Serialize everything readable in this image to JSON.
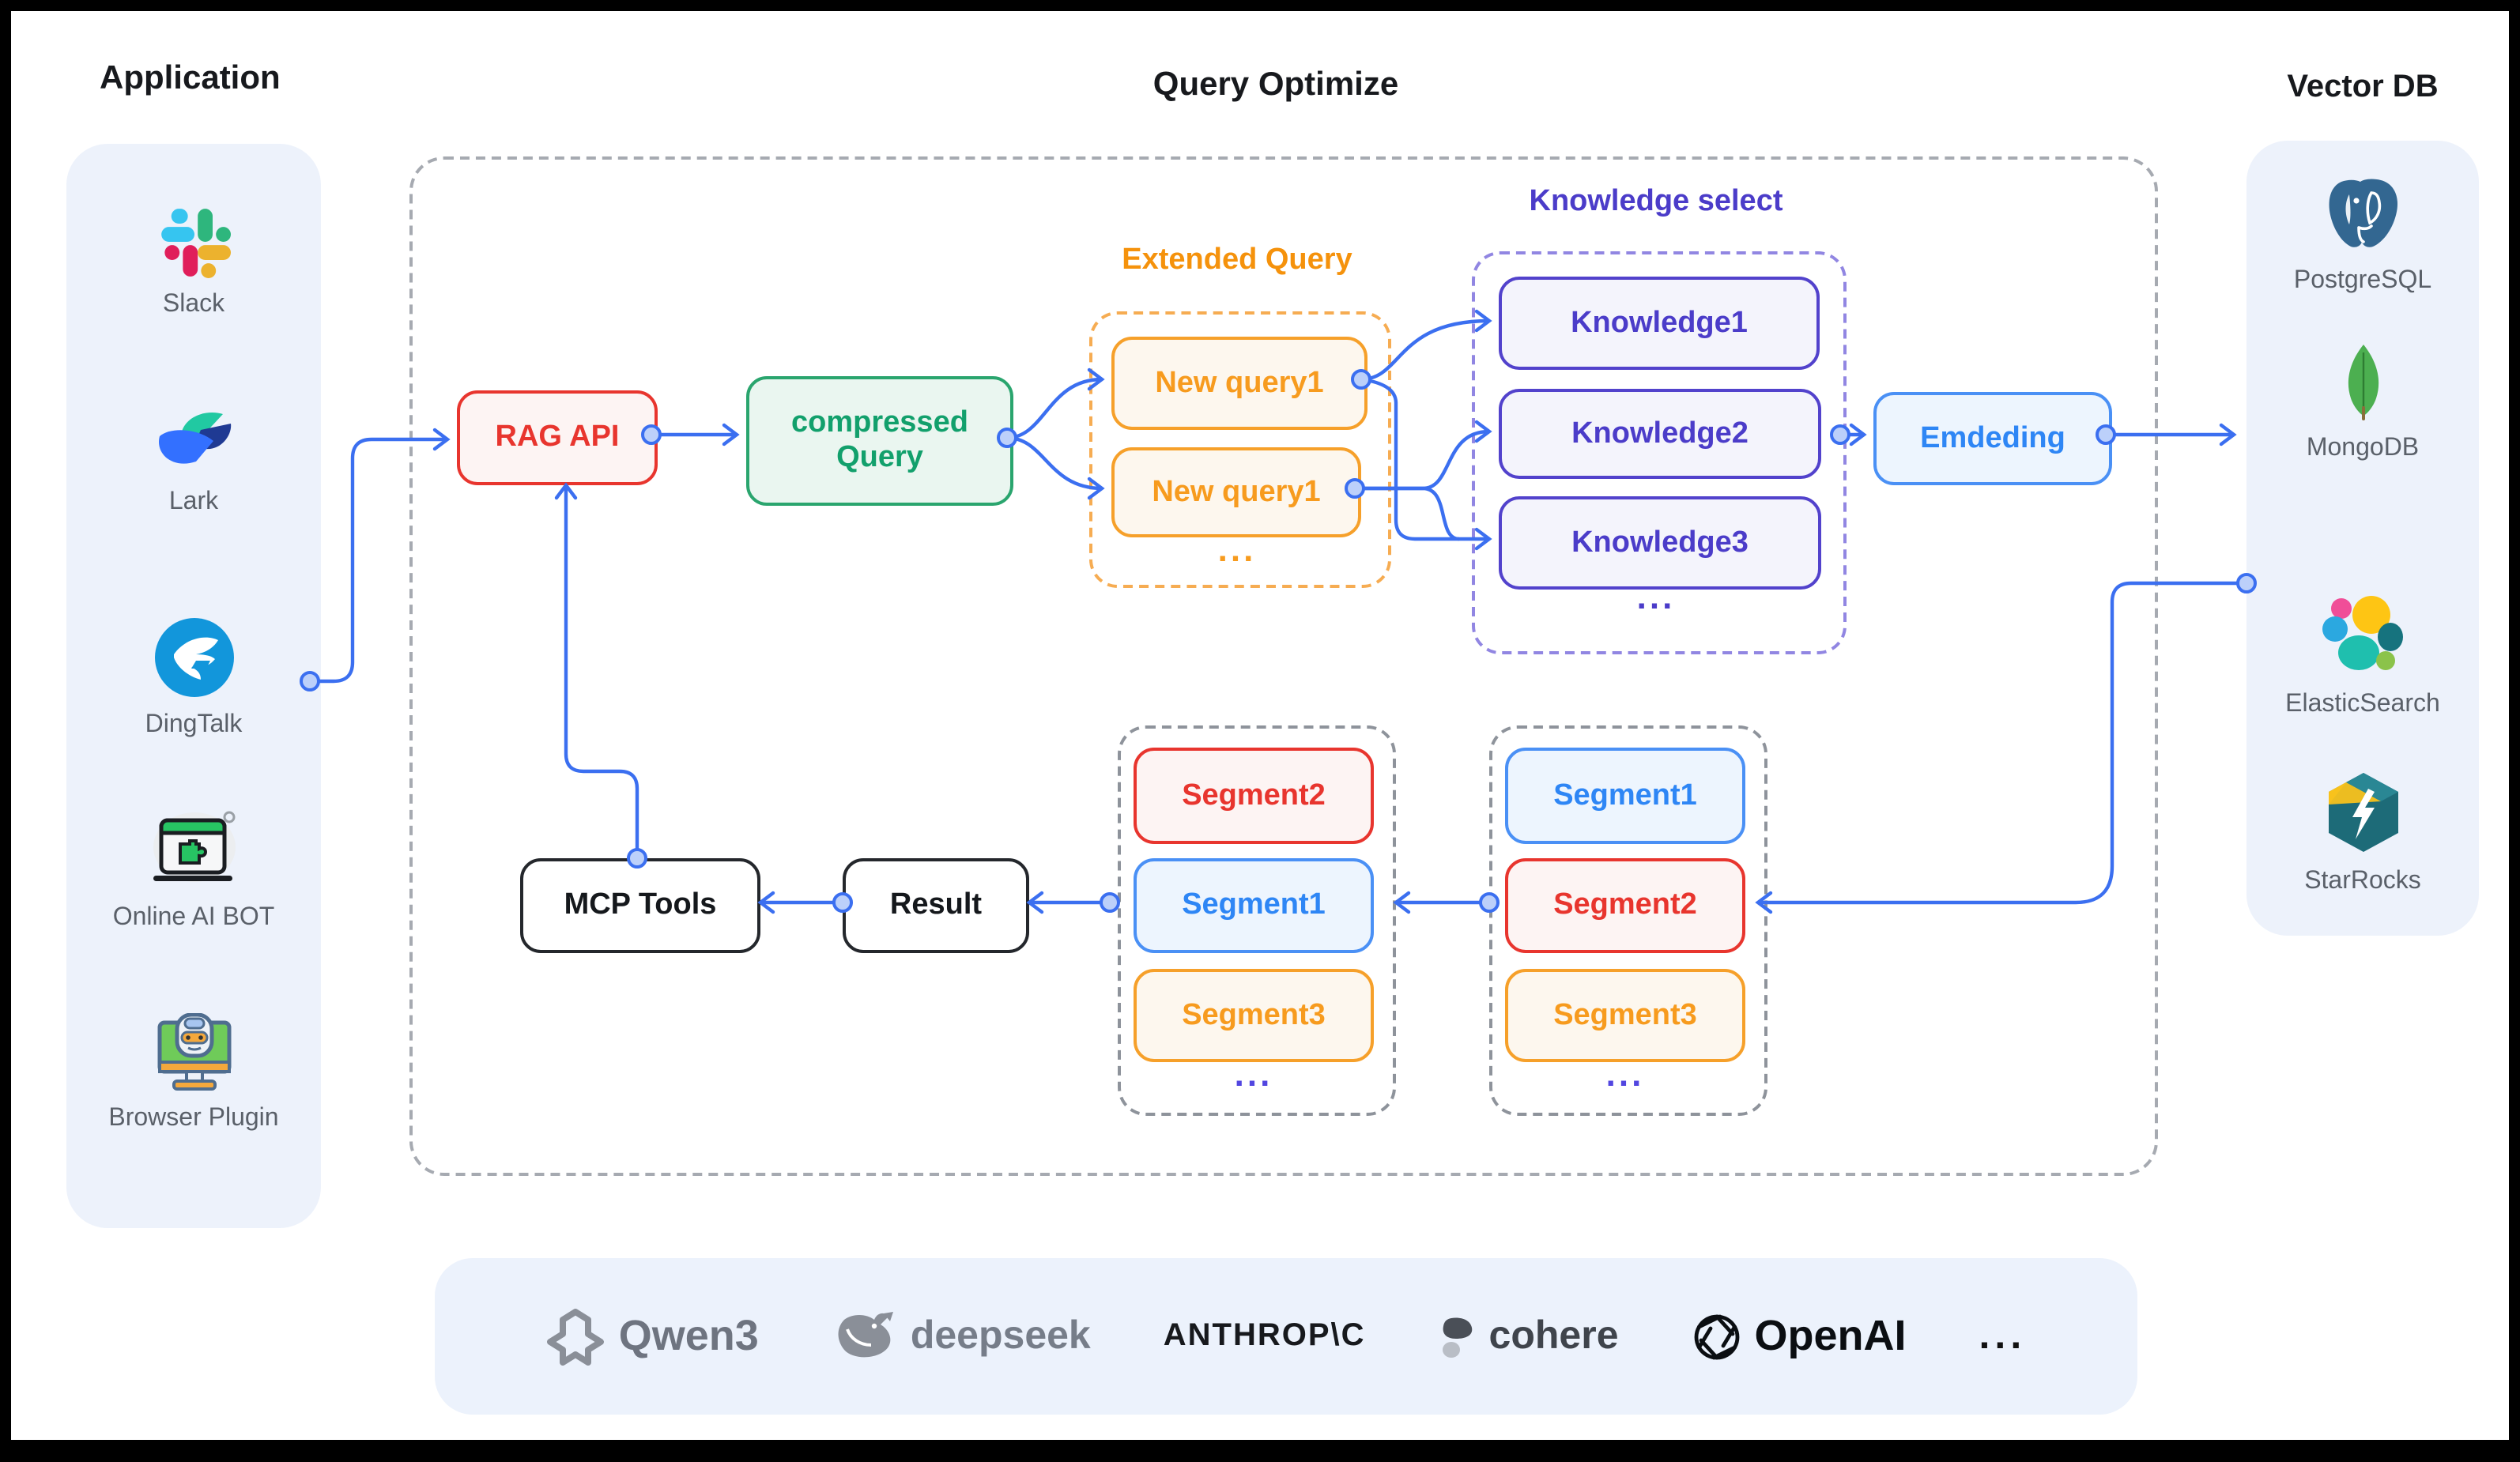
{
  "header": {
    "application": "Application",
    "query_optimize": "Query Optimize",
    "vector_db": "Vector DB"
  },
  "applications": [
    {
      "label": "Slack",
      "icon": "slack-icon"
    },
    {
      "label": "Lark",
      "icon": "lark-icon"
    },
    {
      "label": "DingTalk",
      "icon": "dingtalk-icon"
    },
    {
      "label": "Online AI BOT",
      "icon": "online-ai-bot-icon"
    },
    {
      "label": "Browser Plugin",
      "icon": "browser-plugin-icon"
    }
  ],
  "vector_dbs": [
    {
      "label": "PostgreSQL",
      "icon": "postgresql-icon"
    },
    {
      "label": "MongoDB",
      "icon": "mongodb-icon"
    },
    {
      "label": "ElasticSearch",
      "icon": "elasticsearch-icon"
    },
    {
      "label": "StarRocks",
      "icon": "starrocks-icon"
    }
  ],
  "nodes": {
    "rag_api": "RAG API",
    "compressed_query_line1": "compressed",
    "compressed_query_line2": "Query",
    "embedding": "Emdeding",
    "mcp_tools": "MCP Tools",
    "result": "Result"
  },
  "extended_query": {
    "title": "Extended Query",
    "items": [
      "New query1",
      "New query1"
    ],
    "more": "..."
  },
  "knowledge_select": {
    "title": "Knowledge select",
    "items": [
      "Knowledge1",
      "Knowledge2",
      "Knowledge3"
    ],
    "more": "..."
  },
  "segments_left": {
    "items": [
      "Segment2",
      "Segment1",
      "Segment3"
    ],
    "more": "..."
  },
  "segments_right": {
    "items": [
      "Segment1",
      "Segment2",
      "Segment3"
    ],
    "more": "..."
  },
  "providers": {
    "qwen": "Qwen3",
    "deepseek": "deepseek",
    "anthropic": "ANTHROP\\C",
    "cohere": "cohere",
    "openai": "OpenAI",
    "more": "..."
  },
  "colors": {
    "arrow_blue": "#3b6ff0",
    "red": "#e8352e",
    "green": "#12a06c",
    "orange": "#f79b1e",
    "indigo": "#4b3cc9",
    "blue": "#2e86f5"
  }
}
